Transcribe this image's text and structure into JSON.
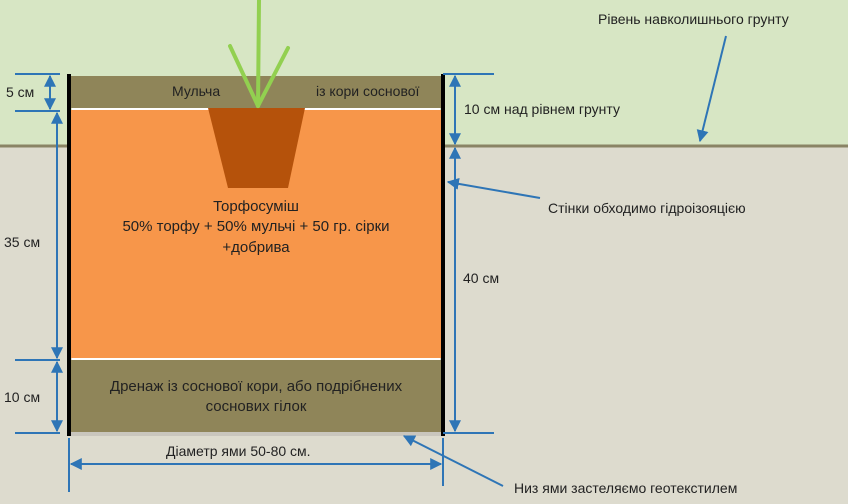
{
  "colors": {
    "sky": "#d7e6c4",
    "ground": "#dddbce",
    "mulch": "#8f8559",
    "soil": "#f7964a",
    "drainage": "#8f8559",
    "pot": "#b5520b",
    "plant": "#92d050",
    "arrow": "#2e75b6",
    "ground_line": "#8a8465"
  },
  "labels": {
    "ground_level": "Рівень навколишнього грунту",
    "mulch_left": "Мульча",
    "mulch_right": "із кори соснової",
    "mulch_thickness": "5 см",
    "above_ground": "10 см  над рівнем грунту",
    "walls": "Стінки  обходимо гідроізояцією",
    "depth_soil": "35 см",
    "depth_drainage": "10 см",
    "depth_below_ground": "40 см",
    "substrate_title": "Торфосуміш",
    "substrate_line1": "50% торфу + 50% мульчі + 50 гр. сірки",
    "substrate_line2": "+добрива",
    "drainage_line1": "Дренаж із соснової кори, або подрібнених",
    "drainage_line2": "соснових гілок",
    "diameter": "Діаметр ями  50-80 см.",
    "geotextile": "Низ ями застеляємо геотекстилем"
  },
  "icons": {
    "plant": "plant-icon",
    "pot": "pot-icon"
  }
}
